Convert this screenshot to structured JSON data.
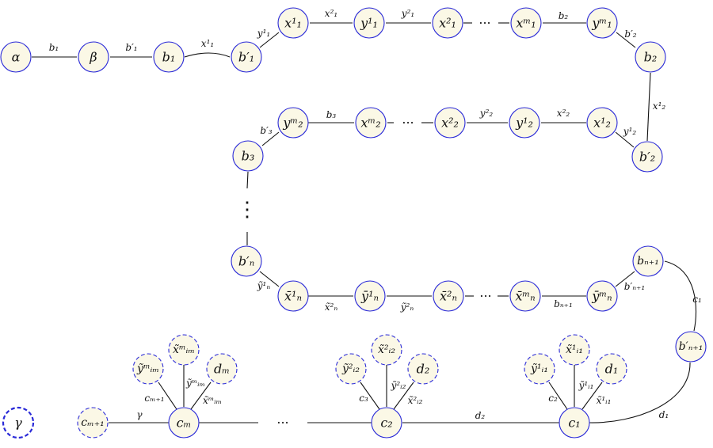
{
  "diagram": {
    "nodes": {
      "alpha": "α",
      "beta": "β",
      "b1": "b₁",
      "b1p": "b′₁",
      "x11": "x¹₁",
      "y11": "y¹₁",
      "x21": "x²₁",
      "xm1": "xᵐ₁",
      "ym1": "yᵐ₁",
      "b2": "b₂",
      "b2p": "b′₂",
      "x12": "x¹₂",
      "y12": "y¹₂",
      "x22": "x²₂",
      "xm2": "xᵐ₂",
      "ym2": "yᵐ₂",
      "b3": "b₃",
      "bnp": "b′ₙ",
      "xtn1": "x̄¹ₙ",
      "ytn1": "ȳ¹ₙ",
      "xtn2": "x̄²ₙ",
      "xtnm": "x̄ᵐₙ",
      "ytnm": "ȳᵐₙ",
      "bn1": "bₙ₊₁",
      "bn1p": "b′ₙ₊₁",
      "c1": "c₁",
      "c2": "c₂",
      "cm": "cₘ",
      "cm1": "cₘ₊₁",
      "gamma": "γ",
      "d1": "d₁",
      "d2": "d₂",
      "dm": "dₘ",
      "xt1": "x̃¹ᵢ₁",
      "yt1": "ỹ¹ᵢ₁",
      "xt2": "x̃²ᵢ₂",
      "yt2": "ỹ²ᵢ₂",
      "xtm": "x̃ᵐᵢₘ",
      "ytm": "ỹᵐᵢₘ"
    },
    "edge_labels": {
      "e_alpha_beta": "b₁",
      "e_beta_b1": "b′₁",
      "e_b1_b1p": "x¹₁",
      "e_b1p_x11": "y¹₁",
      "e_x11_y11": "x²₁",
      "e_y11_x21": "y²₁",
      "e_xm1_ym1": "b₂",
      "e_ym1_b2": "b′₂",
      "e_b2_b2p": "x¹₂",
      "e_b2p_x12": "y¹₂",
      "e_x12_y12": "x²₂",
      "e_y12_x22": "y²₂",
      "e_xm2_ym2": "b₃",
      "e_ym2_b3": "b′₃",
      "e_bnp_xtn1": "ỹ¹ₙ",
      "e_xtn1_ytn1": "x̃²ₙ",
      "e_ytn1_xtn2": "ỹ²ₙ",
      "e_xtnm_ytnm": "bₙ₊₁",
      "e_ytnm_bn1": "b′ₙ₊₁",
      "e_bn1_bn1p": "c₁",
      "e_bn1p_c1": "d₁",
      "e_c2_c1": "d₂",
      "e_cm1_cm": "γ",
      "e_c1_yt1": "c₂",
      "e_c1_xt1": "ỹ¹ᵢ₁",
      "e_c1_d1": "x̃¹ᵢ₁",
      "e_c2_yt2": "c₃",
      "e_c2_xt2": "ỹ²ᵢ₂",
      "e_c2_d2": "x̃²ᵢ₂",
      "e_cm_ytm": "cₘ₊₁",
      "e_cm_xtm": "ỹᵐᵢₘ",
      "e_cm_dm": "x̃ᵐᵢₘ"
    },
    "ellipsis": "···",
    "vertical_ellipsis": "⋮"
  }
}
